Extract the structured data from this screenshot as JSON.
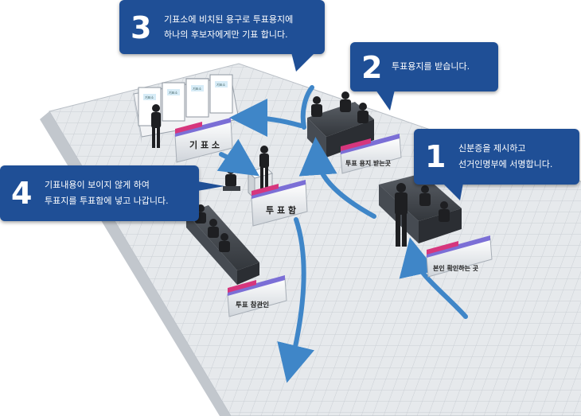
{
  "steps": [
    {
      "number": "1",
      "lines": [
        "신분증을 제시하고",
        "선거인명부에 서명합니다."
      ]
    },
    {
      "number": "2",
      "lines": [
        "투표용지를 받습니다."
      ]
    },
    {
      "number": "3",
      "lines": [
        "기표소에 비치된 용구로 투표용지에",
        "하나의 후보자에게만 기표 합니다."
      ]
    },
    {
      "number": "4",
      "lines": [
        "기표내용이 보이지 않게 하여",
        "투표지를 투표함에 넣고 나갑니다."
      ]
    }
  ],
  "stations": {
    "booth": "기 표 소",
    "ballot_box": "투 표 함",
    "ballot_receive": "투표 용지 받는곳",
    "identity_check": "본인 확인하는 곳",
    "observers": "투표 참관인"
  },
  "booth_signs": [
    "기표소",
    "기표소",
    "기표소",
    "기표소"
  ],
  "colors": {
    "callout_bg": "#1f4f96",
    "arrow": "#3f86c8",
    "label_stripe": "#d6367d",
    "label_stripe2": "#7b6fd6",
    "floor": "#e4e7ea",
    "desk": "#3b3f45"
  }
}
